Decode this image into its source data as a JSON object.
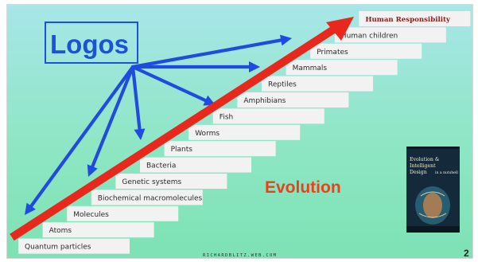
{
  "title": {
    "main": "Logos",
    "sub": "Evolution"
  },
  "ladder_steps": [
    {
      "label": "Quantum particles",
      "highlight": false
    },
    {
      "label": "Atoms",
      "highlight": false
    },
    {
      "label": "Molecules",
      "highlight": false
    },
    {
      "label": "Biochemical macromolecules",
      "highlight": false
    },
    {
      "label": "Genetic systems",
      "highlight": false
    },
    {
      "label": "Bacteria",
      "highlight": false
    },
    {
      "label": "Plants",
      "highlight": false
    },
    {
      "label": "Worms",
      "highlight": false
    },
    {
      "label": "Fish",
      "highlight": false
    },
    {
      "label": "Amphibians",
      "highlight": false
    },
    {
      "label": "Reptiles",
      "highlight": false
    },
    {
      "label": "Mammals",
      "highlight": false
    },
    {
      "label": "Primates",
      "highlight": false
    },
    {
      "label": "Human children",
      "highlight": false
    },
    {
      "label": "Human Responsibility",
      "highlight": true
    }
  ],
  "book_cover": {
    "title_lines": [
      "Evolution &",
      "Intelligent",
      "Design"
    ],
    "subtitle": "in a nutshell"
  },
  "footer": "RICHARDBLITZ.WEB.COM",
  "page_number": "2",
  "colors": {
    "logos": "#1b52d8",
    "evolution": "#e8421d",
    "arrow_blue": "#1f4be0",
    "arrow_red": "#e8281d",
    "step_fill": "#f2f2f2",
    "background_top": "#a8e6e8",
    "background_bottom": "#7de2b4"
  },
  "icons": [
    "logos-box",
    "evolution-diagonal-arrow",
    "logos-blue-arrows",
    "book-cover"
  ]
}
